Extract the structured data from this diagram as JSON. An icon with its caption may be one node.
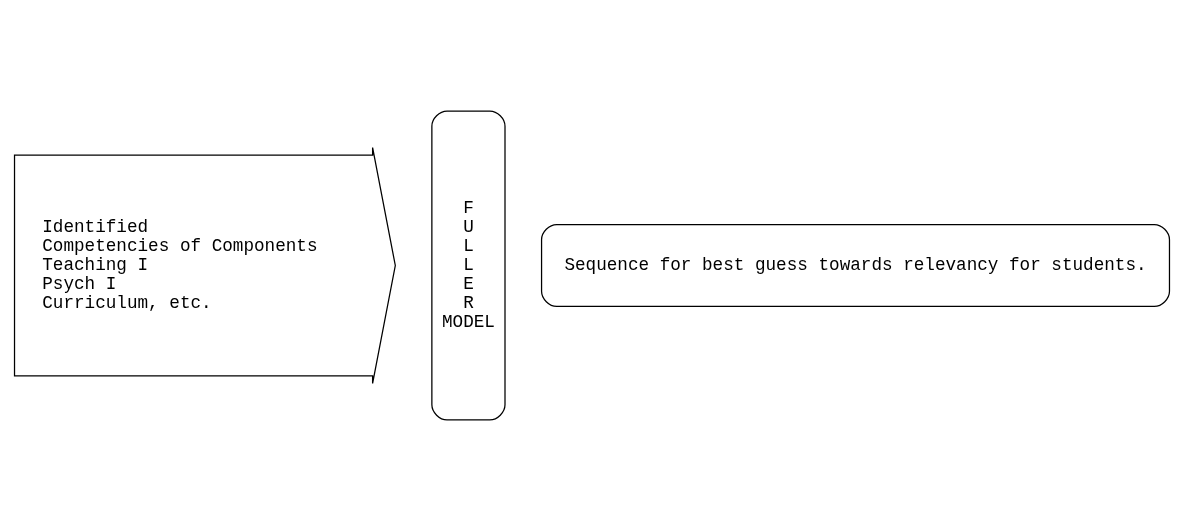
{
  "diagram": {
    "nodes": [
      {
        "text": [
          "Identified",
          "Competencies of Components",
          "Teaching I",
          "Psych I",
          "Curriculum, etc."
        ]
      },
      {
        "text": [
          "F",
          "U",
          "L",
          "L",
          "E",
          "R",
          "MODEL"
        ]
      },
      {
        "text": [
          "Sequence for best guess towards relevancy for students."
        ]
      }
    ],
    "edges": []
  }
}
